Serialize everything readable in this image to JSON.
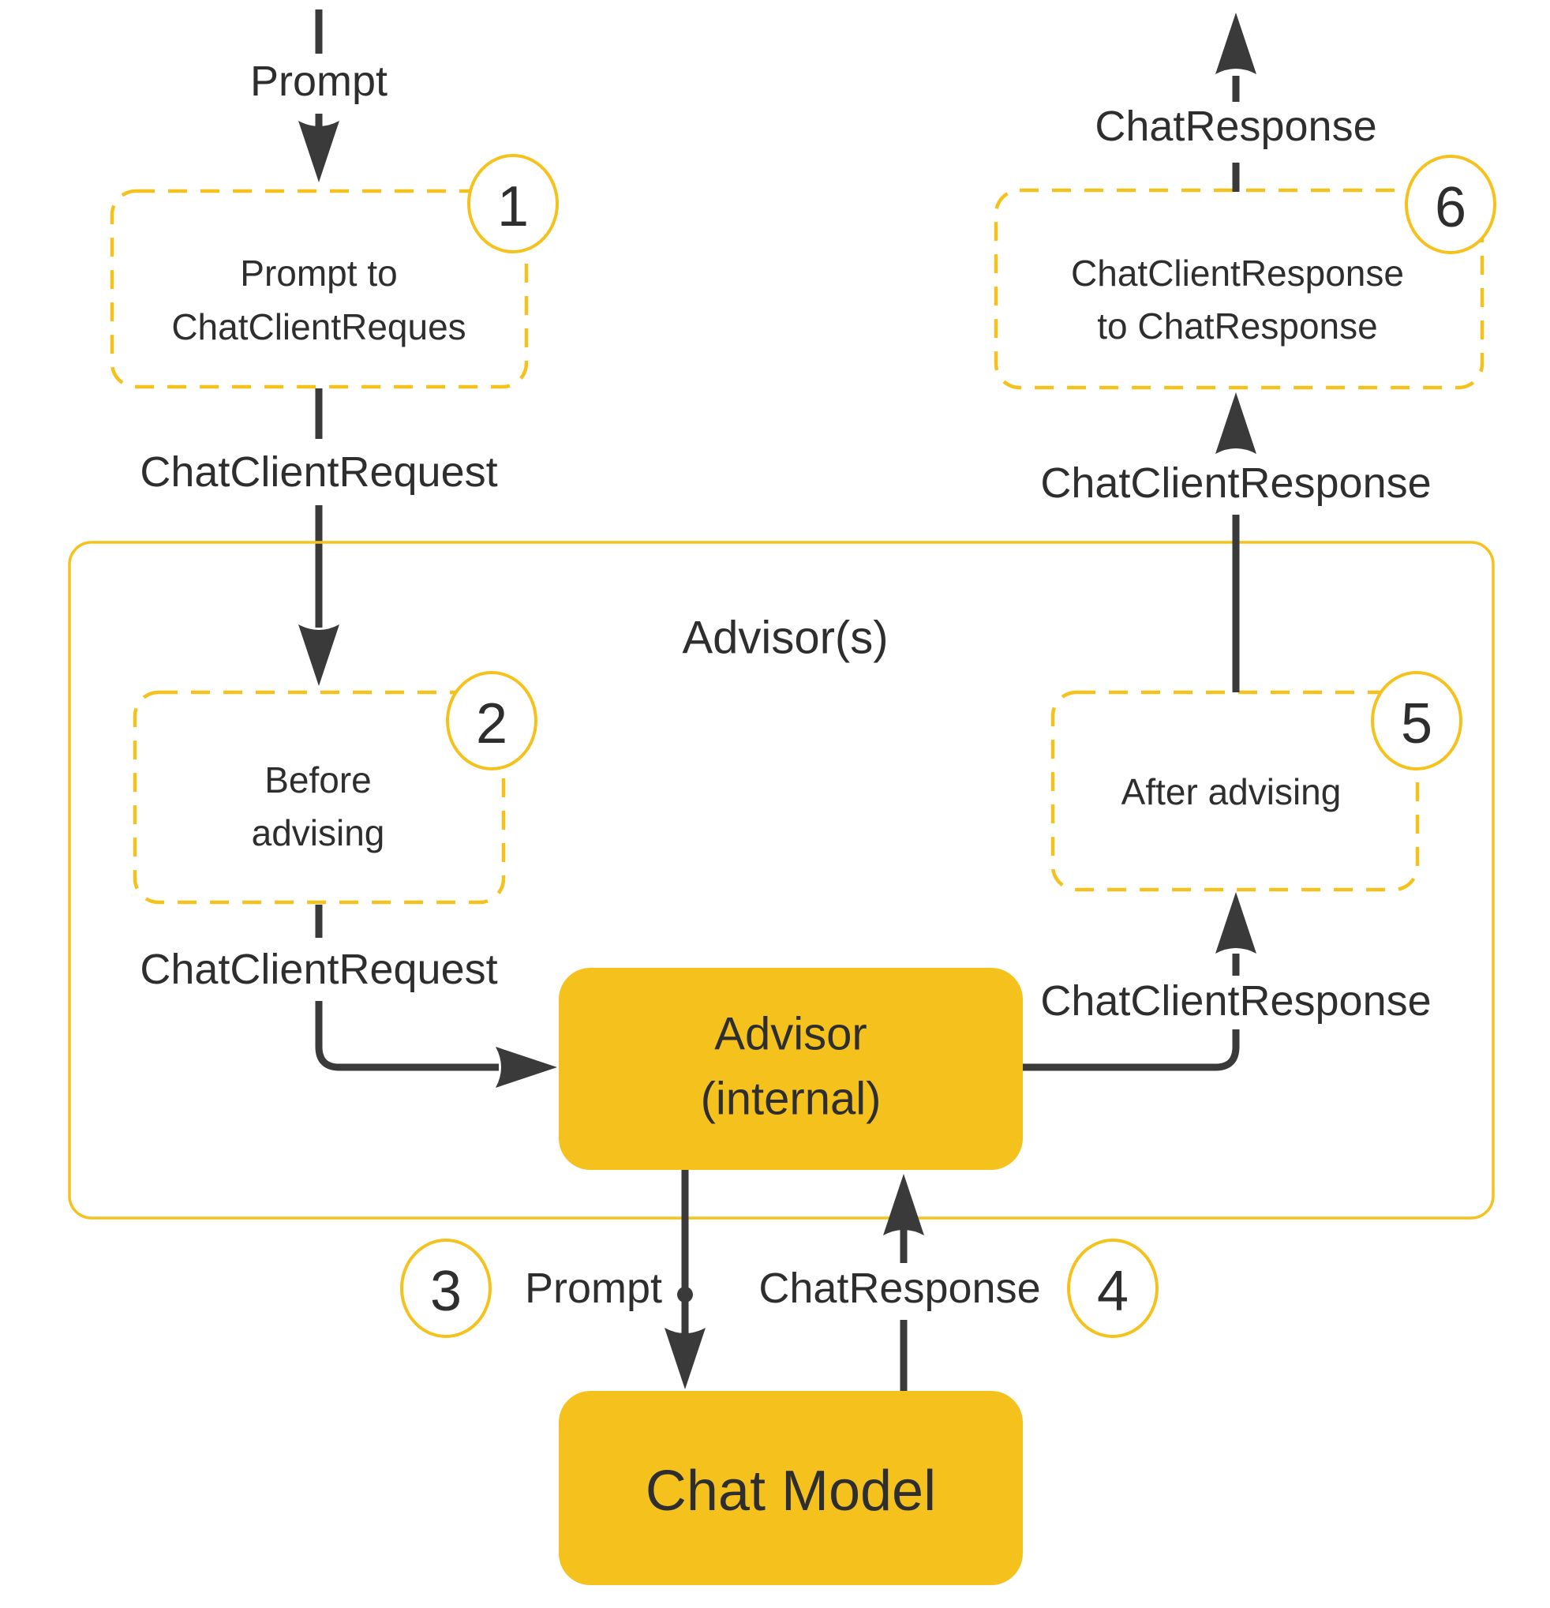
{
  "colors": {
    "yellow": "#F5C21D",
    "line_dark": "#3A3A3A",
    "text_dark": "#2E2E2E",
    "background": "#FFFFFF"
  },
  "container": {
    "title": "Advisor(s)"
  },
  "nodes": {
    "prompt_to_request": {
      "line1": "Prompt to",
      "line2": "ChatClientReques",
      "step": "1"
    },
    "before_advising": {
      "line1": "Before",
      "line2": "advising",
      "step": "2"
    },
    "advisor_internal": {
      "line1": "Advisor",
      "line2": "(internal)"
    },
    "after_advising": {
      "label": "After advising",
      "step": "5"
    },
    "response_to_chatresponse": {
      "line1": "ChatClientResponse",
      "line2": "to ChatResponse",
      "step": "6"
    },
    "chat_model": {
      "label": "Chat Model"
    }
  },
  "steps": {
    "step3": "3",
    "step4": "4"
  },
  "edge_labels": {
    "prompt_in": "Prompt",
    "chat_client_request_outer": "ChatClientRequest",
    "chat_client_request_inner": "ChatClientRequest",
    "chat_client_response_inner": "ChatClientResponse",
    "chat_client_response_outer": "ChatClientResponse",
    "chat_response_out": "ChatResponse",
    "prompt_to_model": "Prompt",
    "chat_response_from_model": "ChatResponse"
  }
}
